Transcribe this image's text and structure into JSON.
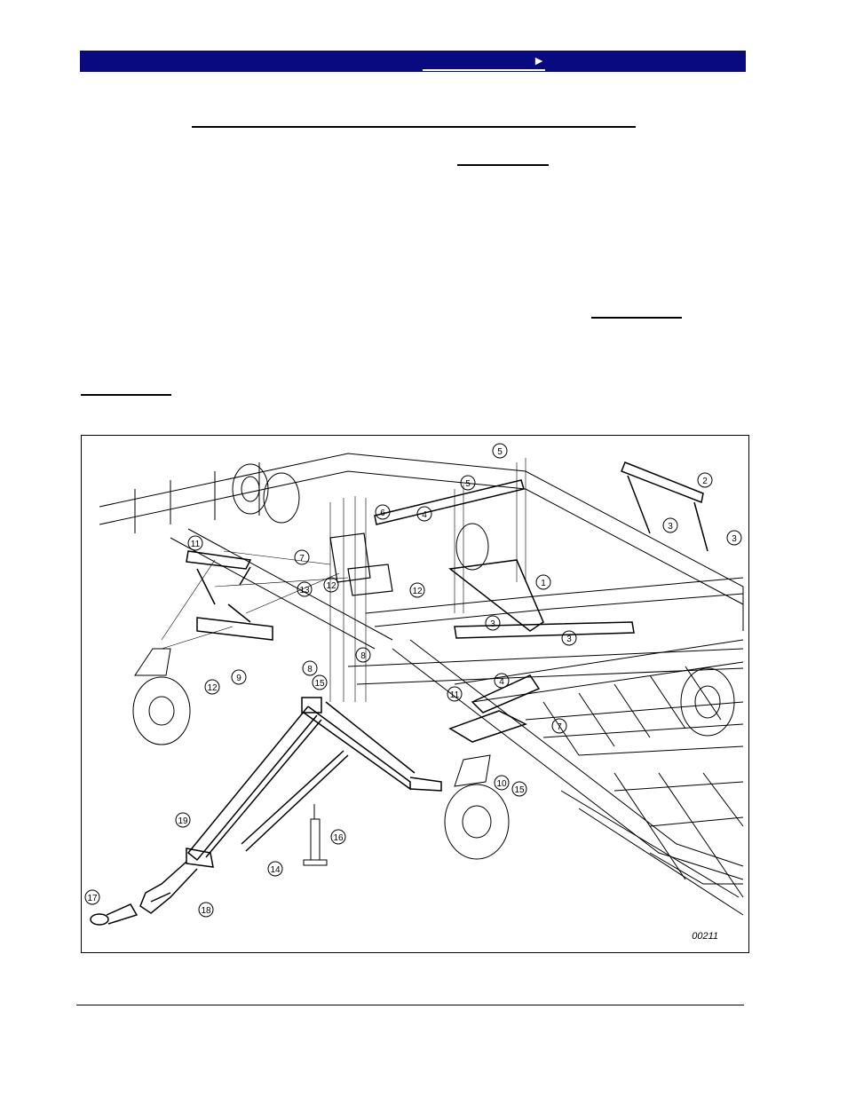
{
  "header": {
    "nav_label": "►"
  },
  "figure": {
    "id_label": "00211",
    "callouts": [
      "1",
      "2",
      "3",
      "3",
      "3",
      "3",
      "4",
      "4",
      "5",
      "5",
      "6",
      "7",
      "7",
      "8",
      "8",
      "9",
      "10",
      "11",
      "11",
      "12",
      "12",
      "12",
      "13",
      "14",
      "15",
      "15",
      "16",
      "17",
      "18",
      "19"
    ]
  },
  "colors": {
    "header_bar": "#0a0a80",
    "line_art": "#000000"
  }
}
